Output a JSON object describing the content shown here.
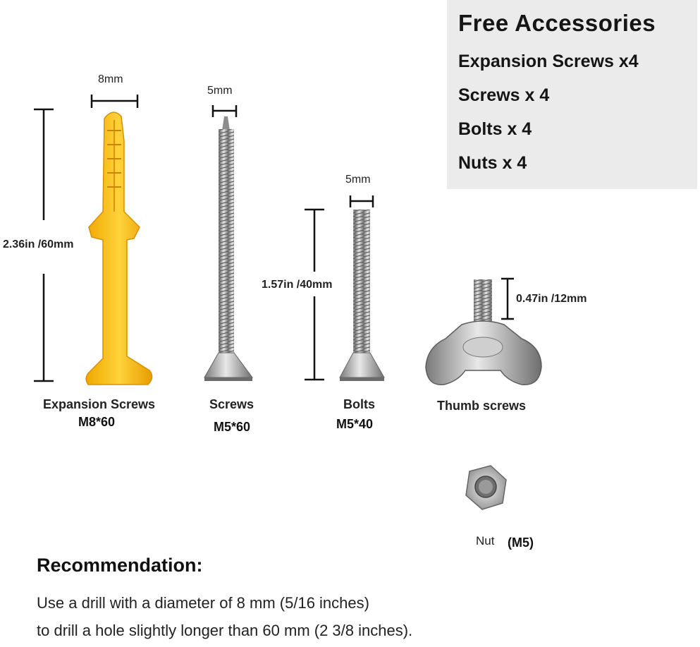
{
  "accessories_box": {
    "title": "Free Accessories",
    "items": [
      "Expansion Screws x4",
      "Screws x 4",
      "Bolts x 4",
      "Nuts x 4"
    ]
  },
  "dimensions": {
    "anchor_width": "8mm",
    "screw_width": "5mm",
    "bolt_width": "5mm",
    "anchor_length": "2.36in /60mm",
    "bolt_length": "1.57in /40mm",
    "thumb_length": "0.47in /12mm"
  },
  "parts": {
    "anchor": {
      "label": "Expansion Screws",
      "model": "M8*60"
    },
    "screw": {
      "label": "Screws",
      "model": "M5*60"
    },
    "bolt": {
      "label": "Bolts",
      "model": "M5*40"
    },
    "thumb": {
      "label": "Thumb screws"
    },
    "nut": {
      "label": "Nut",
      "model": "(M5)"
    }
  },
  "recommendation": {
    "title": "Recommendation:",
    "line1": "Use a drill with a diameter of 8 mm (5/16 inches)",
    "line2": "to drill a hole slightly longer than 60 mm (2 3/8 inches)."
  },
  "colors": {
    "anchor": "#f5b400",
    "metal": "#b9b9b9",
    "box": "#ebebeb"
  },
  "icons": {
    "anchor": "wall-anchor-icon",
    "screw": "screw-icon",
    "bolt": "bolt-icon",
    "thumb": "wing-nut-icon",
    "nut": "hex-nut-icon"
  }
}
